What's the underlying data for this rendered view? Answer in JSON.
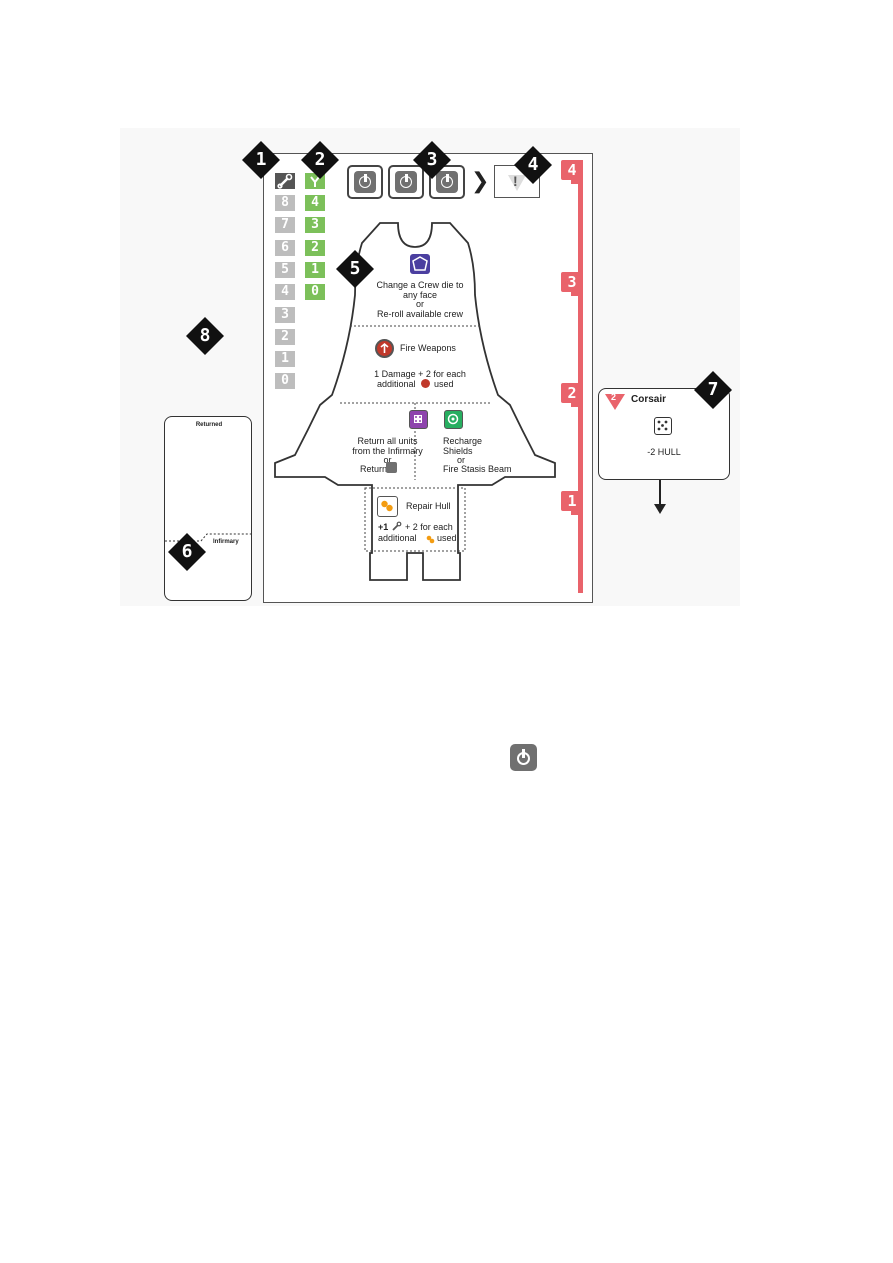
{
  "callouts": [
    "1",
    "2",
    "3",
    "4",
    "5",
    "6",
    "7",
    "8"
  ],
  "crew_track": [
    "8",
    "7",
    "6",
    "5",
    "4",
    "3",
    "2",
    "1",
    "0"
  ],
  "scan_track": [
    "4",
    "3",
    "2",
    "1",
    "0"
  ],
  "hull_levels": [
    "4",
    "3",
    "2",
    "1"
  ],
  "threat_symbol": "!",
  "stations": {
    "command": {
      "line1": "Change a Crew die to",
      "line2": "any face",
      "line3": "or",
      "line4": "Re-roll available crew"
    },
    "weapons": {
      "title": "Fire Weapons",
      "line1": "1 Damage + 2 for each",
      "line2": "additional",
      "line3": "used"
    },
    "medical": {
      "line1": "Return all units",
      "line2": "from the Infirmary",
      "line3": "or",
      "line4": "Return a"
    },
    "science": {
      "line1": "Recharge",
      "line2": "Shields",
      "line3": "or",
      "line4": "Fire Stasis Beam"
    },
    "engineering": {
      "title": "Repair Hull",
      "line1": "+1",
      "line2": "+ 2 for each",
      "line3": "additional",
      "line4": "used"
    }
  },
  "side_panel": {
    "top_label": "Returned",
    "bottom_label": "Infirmary"
  },
  "threat_card": {
    "level": "2",
    "name": "Corsair",
    "effect": "-2 HULL"
  },
  "colors": {
    "hull": "#e9636b",
    "crew_track": "#bdbdbd",
    "scan_track": "#7cc05a",
    "command_icon": "#4b3fa0",
    "weapons_icon": "#c0392b",
    "medical_icon": "#8e44ad",
    "science_icon": "#27ae60",
    "engineering_icon": "#f39c12"
  }
}
